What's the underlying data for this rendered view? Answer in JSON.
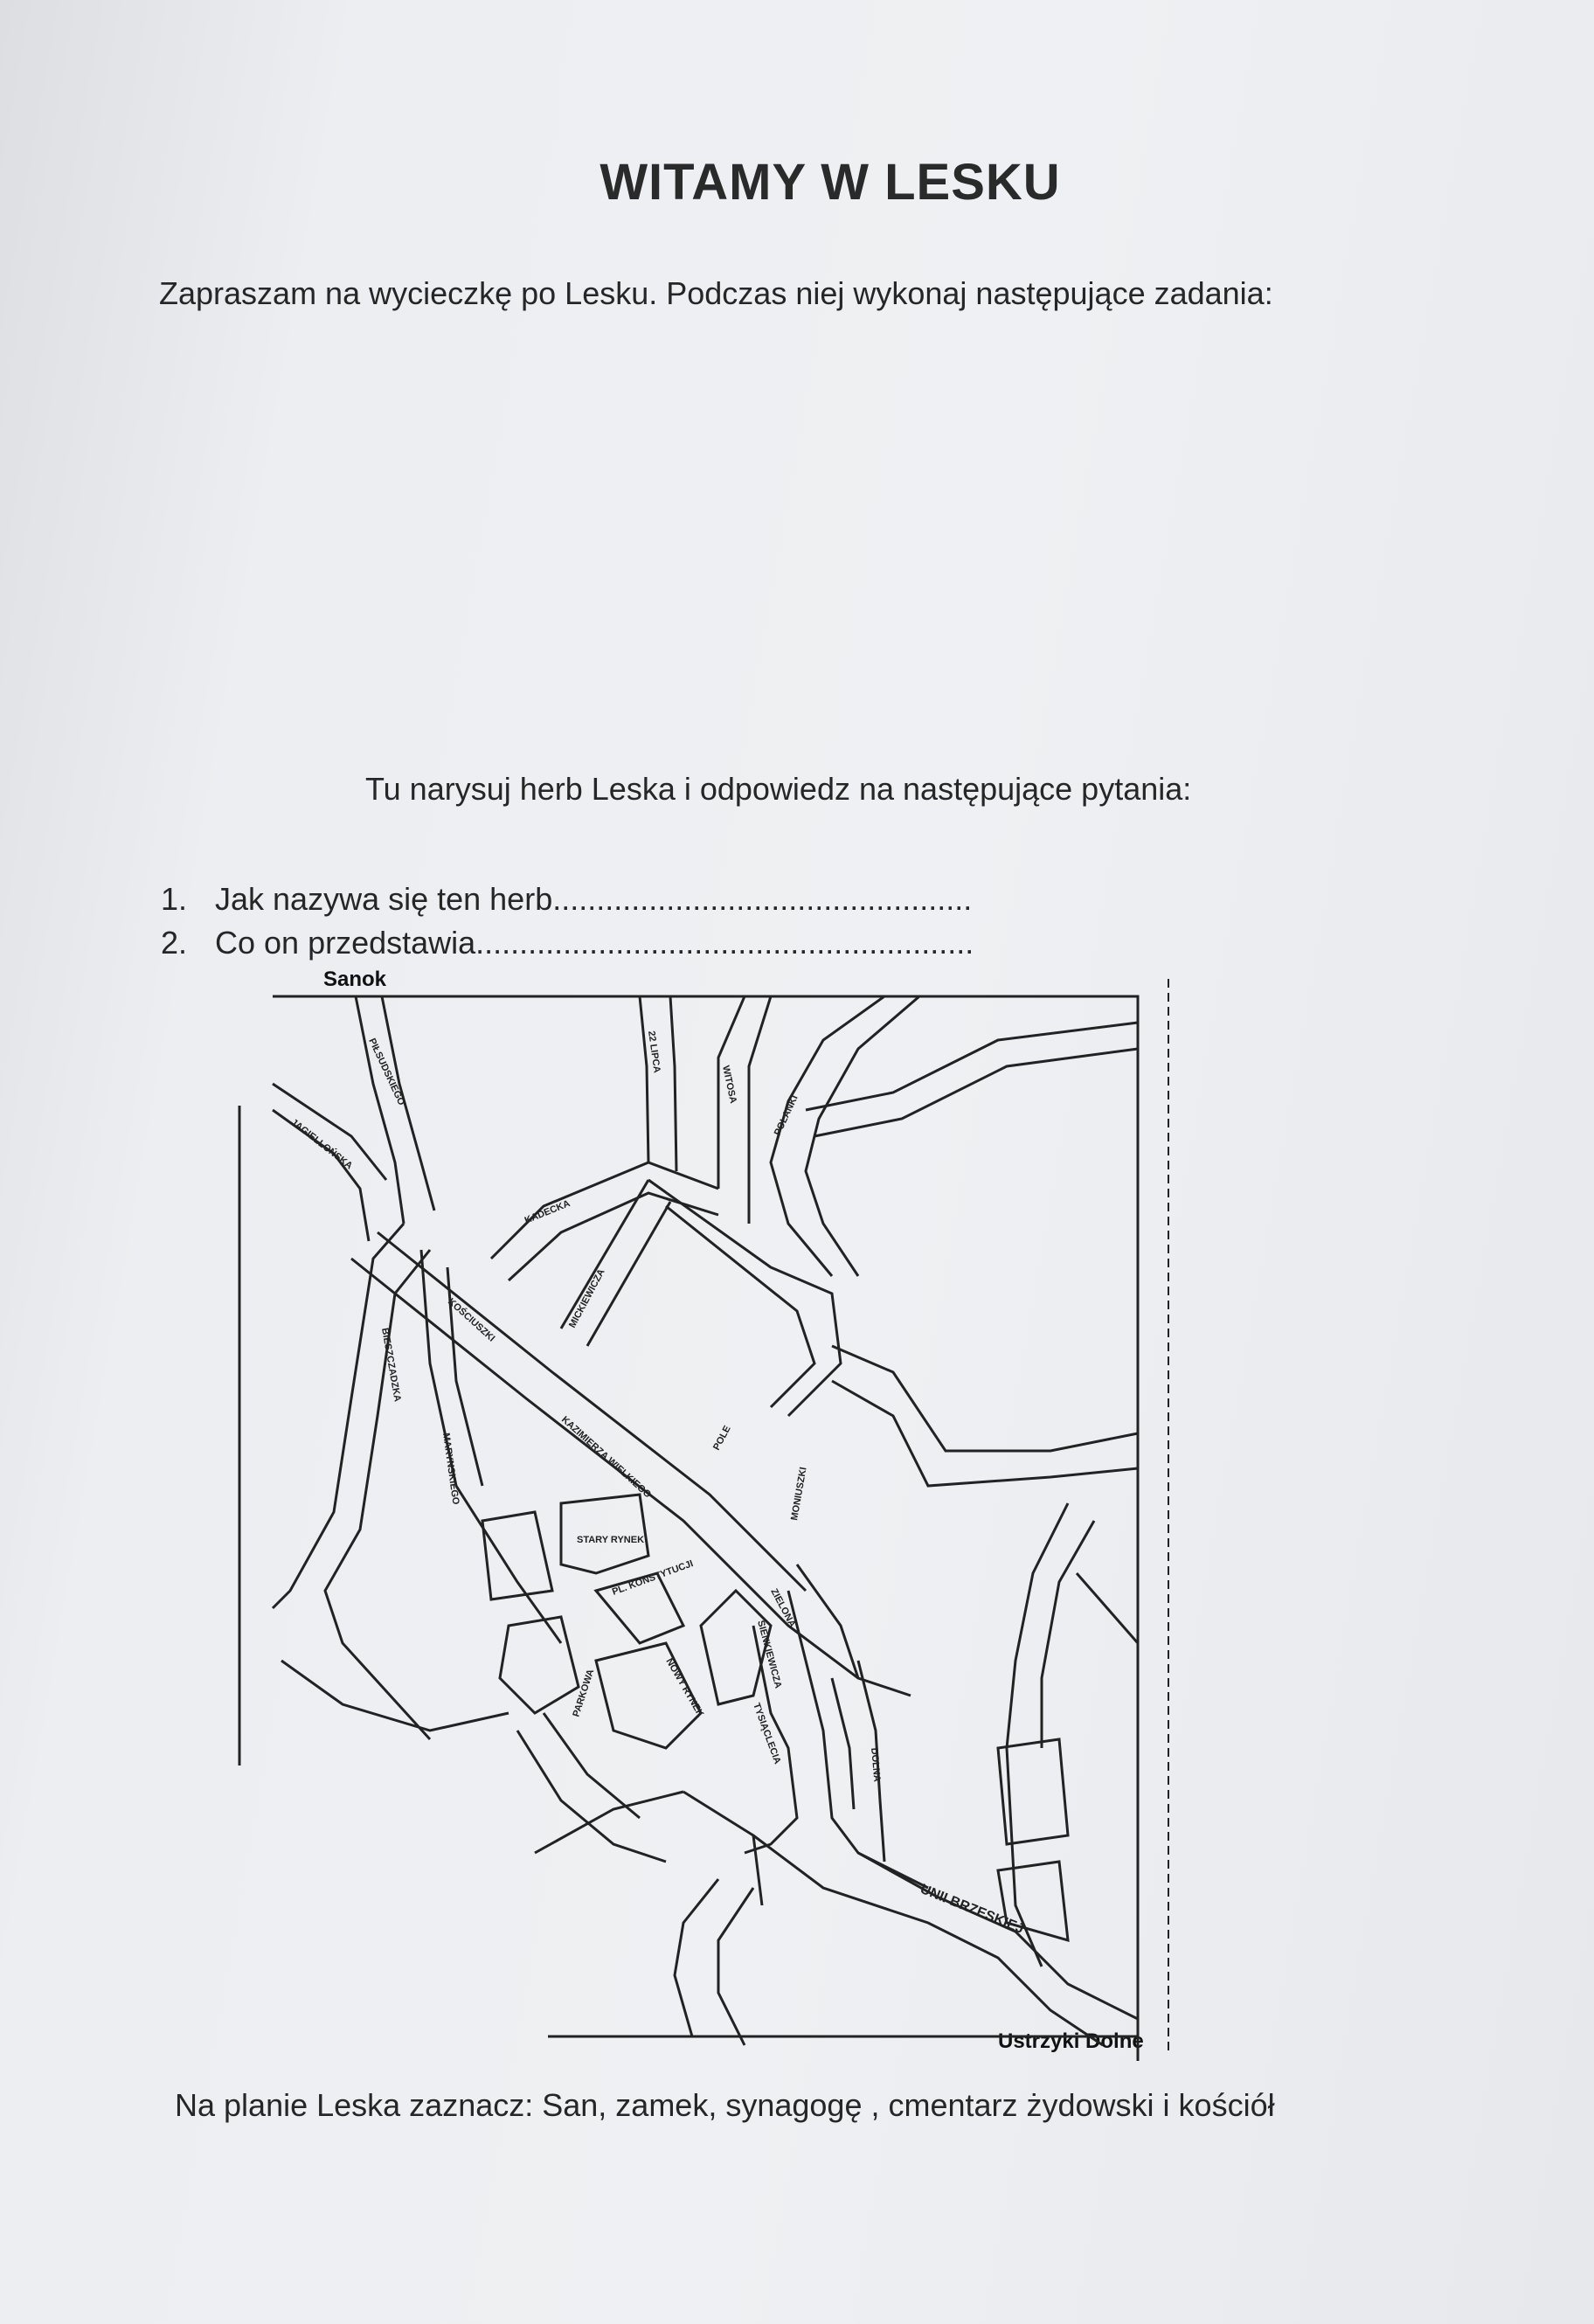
{
  "document": {
    "title": "WITAMY W LESKU",
    "intro": "Zapraszam na wycieczkę po Lesku. Podczas niej wykonaj następujące zadania:",
    "prompt": "Tu narysuj herb Leska i odpowiedz na następujące pytania:",
    "questions": [
      {
        "number": "1.",
        "text": "Jak nazywa się ten herb................................................"
      },
      {
        "number": "2.",
        "text": "Co on przedstawia........................................................."
      }
    ],
    "footer": "Na planie Leska zaznacz: San, zamek, synagogę , cmentarz żydowski i kościół"
  },
  "map": {
    "label_north": "Sanok",
    "label_south": "Ustrzyki Dolne",
    "streets": {
      "pilsudskiego": "PIŁSUDSKIEGO",
      "jagiellonska": "JAGIELLOŃSKA",
      "bieszczadzka": "BIESZCZADZKA",
      "kosciuszki": "KOŚCIUSZKI",
      "kazimierza": "KAZIMIERZA WIELKIEGO",
      "mickiewicza": "MICKIEWICZA",
      "pole": "POLE",
      "moniuszki": "MONIUSZKI",
      "zielona": "ZIELONA",
      "sienkiewicza": "SIENKIEWICZA",
      "tysiaclecia": "TYSIĄCLECIA",
      "unii_brzeskiej": "UNII BRZESKIEJ",
      "parkowa": "PARKOWA",
      "stary_rynek": "STARY RYNEK",
      "nowy_rynek": "NOWY RYNEK",
      "plac": "PL. KONSTYTUCJI",
      "dolna": "DOLNA",
      "marynskiego": "MARYNSKIEGO",
      "maja": "22 LIPCA",
      "witosa": "WITOSA",
      "polanki": "POLANKI",
      "kadecka": "KADECKA"
    }
  }
}
